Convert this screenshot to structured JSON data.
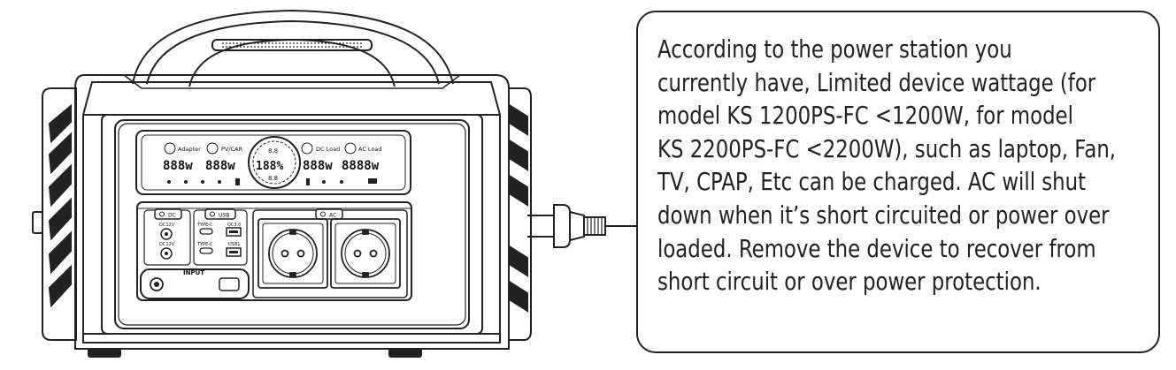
{
  "diagram": {
    "device": {
      "lcd": {
        "adapter_label": "Adapter",
        "pvcar_label": "PV/CAR",
        "dcload_label": "DC Load",
        "acload_label": "AC Load",
        "left_readout_1": "888w",
        "left_readout_2": "888w",
        "center_readout": "188%",
        "center_small": "8.8",
        "right_readout_1": "888w",
        "right_readout_2": "8888w"
      },
      "ports": {
        "dc_label": "DC",
        "usb_label": "USB",
        "ac_label": "AC",
        "dc12v_top": "DC12V",
        "dc12v_bottom": "DC12V",
        "typec_top": "TYPE-C",
        "typec_bottom": "TYPE-C",
        "qc30_label": "QC3.0",
        "usb1_label": "USB1",
        "input_label": "INPUT"
      }
    },
    "icons": [
      "wifi-icon",
      "solar-icon",
      "dc-load-icon",
      "ac-load-icon",
      "plug-icon"
    ],
    "note_lines": [
      "According to the power station you",
      "currently have, Limited device wattage (for",
      "model KS 1200PS-FC <1200W, for model",
      "KS 2200PS-FC <2200W), such as laptop, Fan,",
      "TV, CPAP, Etc can be charged. AC will shut",
      "down when it’s short circuited or power over",
      "loaded. Remove the device to recover from",
      "short circuit or over power protection."
    ]
  }
}
